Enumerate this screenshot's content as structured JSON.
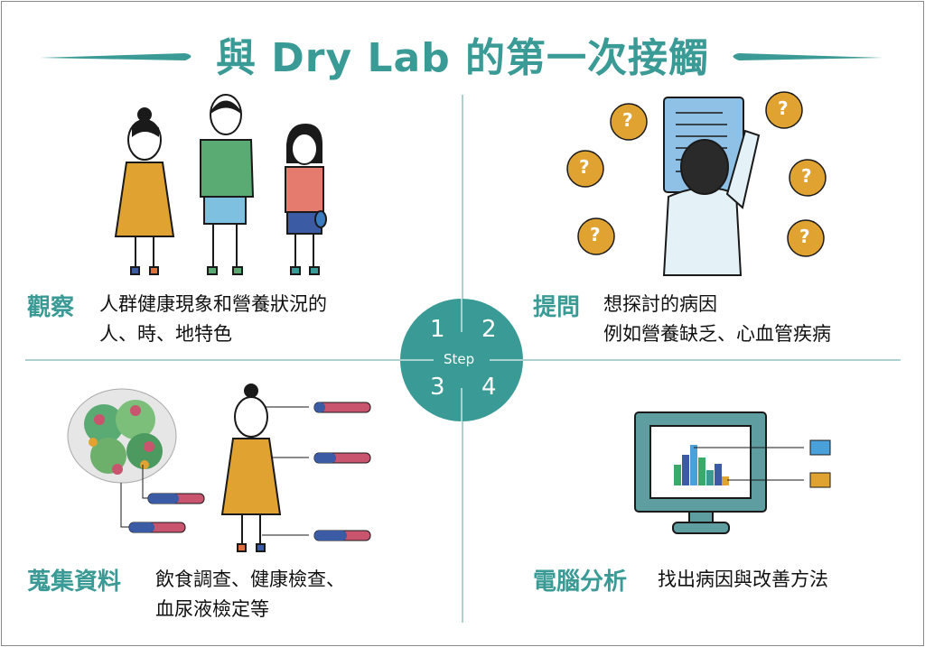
{
  "title": "與 Dry Lab 的第一次接觸",
  "center": {
    "label": "Step",
    "numbers": [
      "1",
      "2",
      "3",
      "4"
    ]
  },
  "steps": [
    {
      "heading": "觀察",
      "lines": [
        "人群健康現象和營養狀況的",
        "人、時、地特色"
      ]
    },
    {
      "heading": "提問",
      "lines": [
        "想探討的病因",
        "例如營養缺乏、心血管疾病"
      ]
    },
    {
      "heading": "蒐集資料",
      "lines": [
        "飲食調查、健康檢查、",
        "血尿液檢定等"
      ]
    },
    {
      "heading": "電腦分析",
      "lines": [
        "找出病因與改善方法"
      ]
    }
  ],
  "question_mark": "?",
  "colors": {
    "teal": "#3a9a95",
    "mustard": "#e0a230",
    "blue": "#3b5ba5",
    "pink": "#c9546e"
  }
}
